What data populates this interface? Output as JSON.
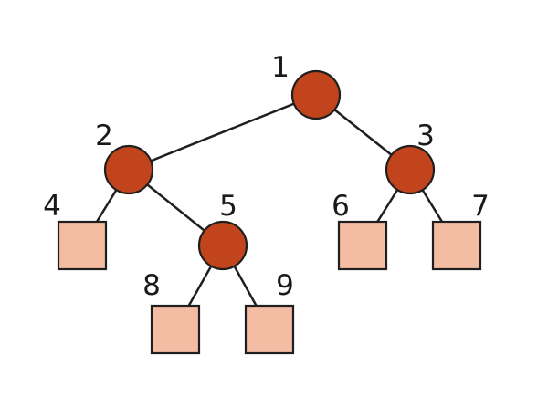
{
  "colors": {
    "internal_fill": "#C1441C",
    "leaf_fill": "#F4BCA3",
    "stroke": "#1F1F1F"
  },
  "tree": {
    "nodes": [
      {
        "id": "1",
        "label": "1",
        "kind": "internal"
      },
      {
        "id": "2",
        "label": "2",
        "kind": "internal"
      },
      {
        "id": "3",
        "label": "3",
        "kind": "internal"
      },
      {
        "id": "4",
        "label": "4",
        "kind": "leaf"
      },
      {
        "id": "5",
        "label": "5",
        "kind": "internal"
      },
      {
        "id": "6",
        "label": "6",
        "kind": "leaf"
      },
      {
        "id": "7",
        "label": "7",
        "kind": "leaf"
      },
      {
        "id": "8",
        "label": "8",
        "kind": "leaf"
      },
      {
        "id": "9",
        "label": "9",
        "kind": "leaf"
      }
    ],
    "edges": [
      {
        "from": "1",
        "to": "2"
      },
      {
        "from": "1",
        "to": "3"
      },
      {
        "from": "2",
        "to": "4"
      },
      {
        "from": "2",
        "to": "5"
      },
      {
        "from": "3",
        "to": "6"
      },
      {
        "from": "3",
        "to": "7"
      },
      {
        "from": "5",
        "to": "8"
      },
      {
        "from": "5",
        "to": "9"
      }
    ]
  }
}
